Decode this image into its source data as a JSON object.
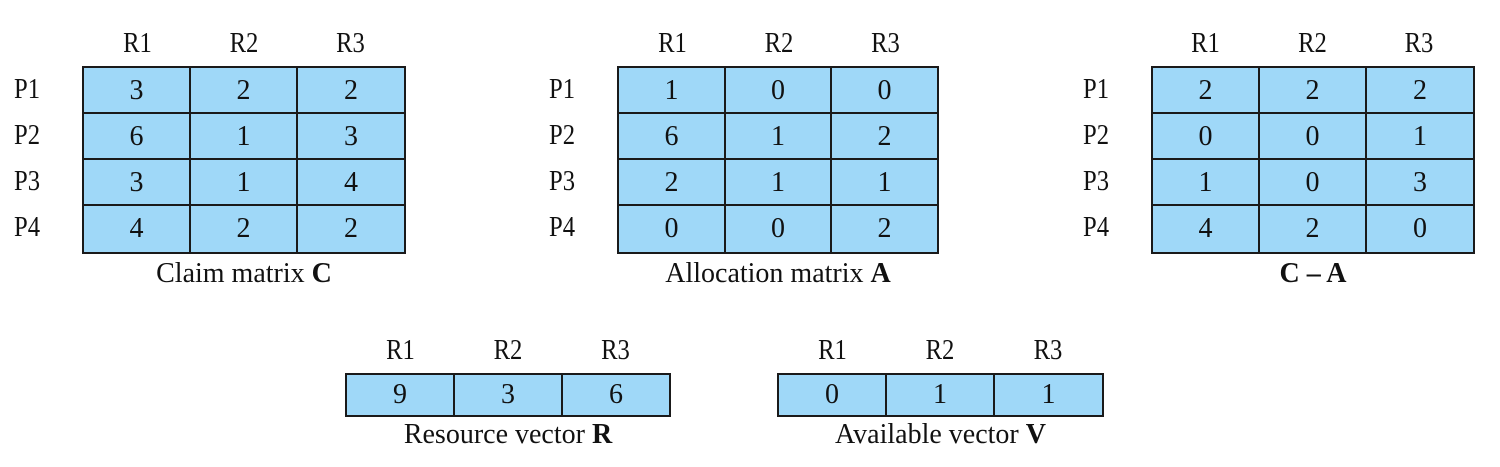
{
  "matrices": [
    {
      "caption_text": "Claim matrix ",
      "caption_bold": "C",
      "columns": [
        "R1",
        "R2",
        "R3"
      ],
      "rows": [
        {
          "label": "P1",
          "values": [
            "3",
            "2",
            "2"
          ]
        },
        {
          "label": "P2",
          "values": [
            "6",
            "1",
            "3"
          ]
        },
        {
          "label": "P3",
          "values": [
            "3",
            "1",
            "4"
          ]
        },
        {
          "label": "P4",
          "values": [
            "4",
            "2",
            "2"
          ]
        }
      ]
    },
    {
      "caption_text": "Allocation matrix ",
      "caption_bold": "A",
      "columns": [
        "R1",
        "R2",
        "R3"
      ],
      "rows": [
        {
          "label": "P1",
          "values": [
            "1",
            "0",
            "0"
          ]
        },
        {
          "label": "P2",
          "values": [
            "6",
            "1",
            "2"
          ]
        },
        {
          "label": "P3",
          "values": [
            "2",
            "1",
            "1"
          ]
        },
        {
          "label": "P4",
          "values": [
            "0",
            "0",
            "2"
          ]
        }
      ]
    },
    {
      "caption_text": "",
      "caption_bold": "C – A",
      "columns": [
        "R1",
        "R2",
        "R3"
      ],
      "rows": [
        {
          "label": "P1",
          "values": [
            "2",
            "2",
            "2"
          ]
        },
        {
          "label": "P2",
          "values": [
            "0",
            "0",
            "1"
          ]
        },
        {
          "label": "P3",
          "values": [
            "1",
            "0",
            "3"
          ]
        },
        {
          "label": "P4",
          "values": [
            "4",
            "2",
            "0"
          ]
        }
      ]
    }
  ],
  "vectors": [
    {
      "caption_text": "Resource vector ",
      "caption_bold": "R",
      "columns": [
        "R1",
        "R2",
        "R3"
      ],
      "values": [
        "9",
        "3",
        "6"
      ]
    },
    {
      "caption_text": "Available vector ",
      "caption_bold": "V",
      "columns": [
        "R1",
        "R2",
        "R3"
      ],
      "values": [
        "0",
        "1",
        "1"
      ]
    }
  ],
  "colors": {
    "cell_fill": "#9fd8f8",
    "grid_line": "#1a1a1a"
  }
}
